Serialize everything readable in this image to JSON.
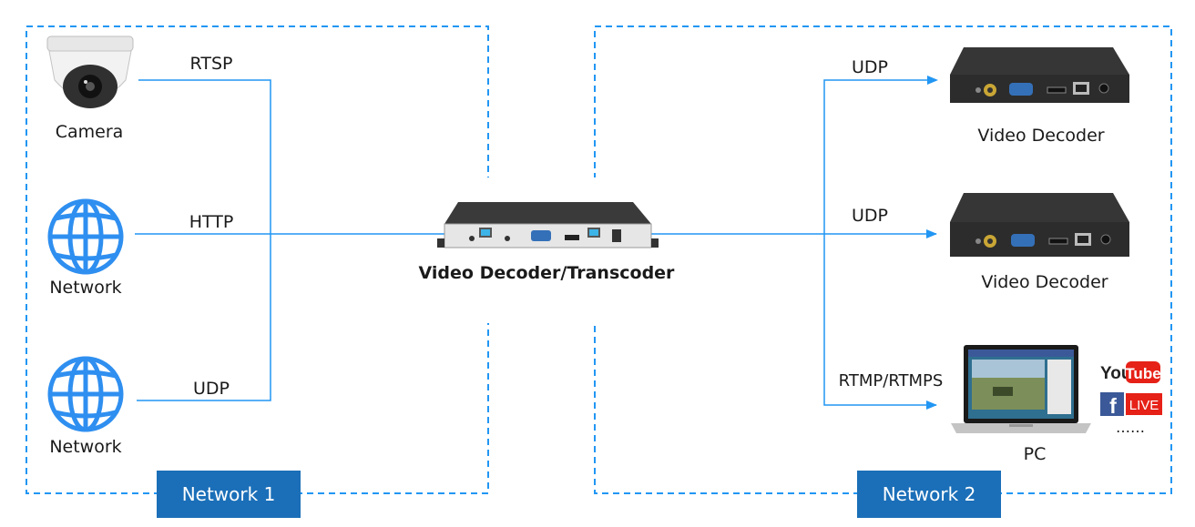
{
  "network1": {
    "label": "Network 1",
    "sources": [
      {
        "device": "Camera",
        "protocol": "RTSP"
      },
      {
        "device": "Network",
        "protocol": "HTTP"
      },
      {
        "device": "Network",
        "protocol": "UDP"
      }
    ]
  },
  "center": {
    "label": "Video Decoder/Transcoder"
  },
  "network2": {
    "label": "Network 2",
    "outputs": [
      {
        "device": "Video Decoder",
        "protocol": "UDP"
      },
      {
        "device": "Video Decoder",
        "protocol": "UDP"
      },
      {
        "device": "PC",
        "protocol": "RTMP/RTMPS"
      }
    ],
    "platforms": {
      "youtube_you": "You",
      "youtube_tube": "Tube",
      "facebook_f": "f",
      "facebook_live": "LIVE",
      "more": "……"
    }
  },
  "colors": {
    "line": "#2196f3",
    "badge": "#1b6fb8",
    "device": "#2a2a2a",
    "globe": "#2f8ff0"
  }
}
